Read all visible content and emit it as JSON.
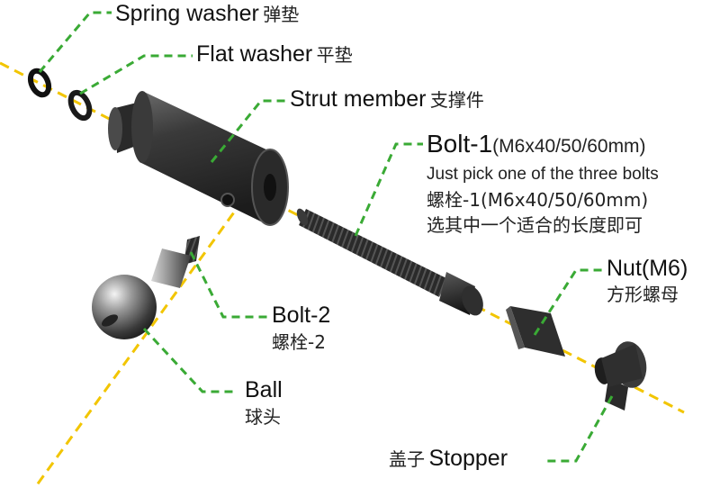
{
  "labels": {
    "spring_washer": {
      "en": "Spring washer",
      "cn": "弹垫"
    },
    "flat_washer": {
      "en": "Flat washer",
      "cn": "平垫"
    },
    "strut_member": {
      "en": "Strut member",
      "cn": "支撑件"
    },
    "bolt1": {
      "en": "Bolt-1",
      "spec": "(M6x40/50/60mm)",
      "note": "Just pick one of the three bolts",
      "cn": "螺栓-1(M6x40/50/60mm)",
      "cn_note": "选其中一个适合的长度即可"
    },
    "nut": {
      "en": "Nut(M6)",
      "cn": "方形螺母"
    },
    "bolt2": {
      "en": "Bolt-2",
      "cn": "螺栓-2"
    },
    "ball": {
      "en": "Ball",
      "cn": "球头"
    },
    "stopper": {
      "cn": "盖子",
      "en": "Stopper"
    }
  },
  "colors": {
    "leader": "#3aaa35",
    "axis": "#f2c500",
    "metal_dark": "#2a2a2a",
    "metal_mid": "#4a4a4a",
    "metal_light": "#8a8a8a"
  }
}
